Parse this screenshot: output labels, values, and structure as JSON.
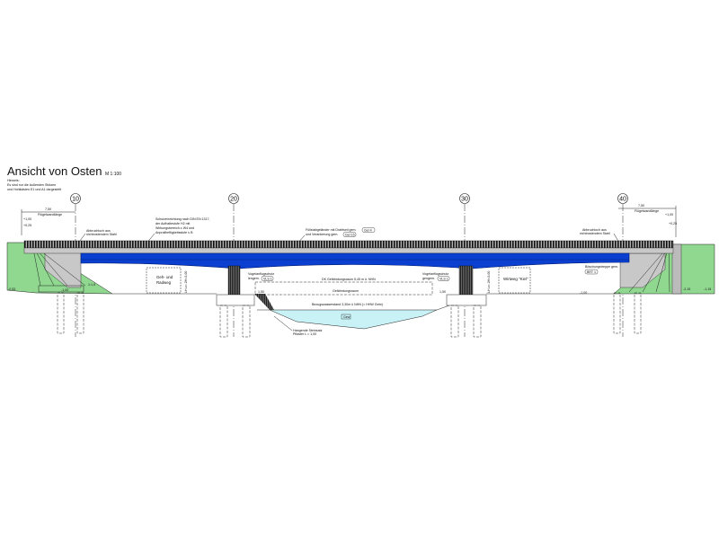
{
  "title": "Ansicht von Osten",
  "scale": "M 1:100",
  "note": {
    "heading": "Hinweis:",
    "lines": [
      "Es sind nur die äußersten Stützen",
      "und Hohlkästen E1 und A1 dargestellt"
    ]
  },
  "axes": [
    "10",
    "20",
    "30",
    "40"
  ],
  "annotations": {
    "wing_left_dim": "7,50",
    "wing_left": "Flügelwandlänge",
    "wing_right_dim": "7,50",
    "wing_right": "Flügelwandlänge",
    "level_left": "+1,00",
    "level_left2": "+0,25",
    "level_right": "+1,00",
    "level_right2": "+0,25",
    "drain_left": [
      "Abbruchloch aus",
      "nichtrostendem Stahl"
    ],
    "drain_right": [
      "Abbruchloch aus",
      "nichtrostendem Stahl"
    ],
    "protection": [
      "Schutzeinrichtung nach DIN EN 1317,",
      "der Aufhaltestufe H2 mit",
      "Wirkungsbereich ≤ W4 und",
      "Anprallheftigkeitsstufe ≤ B"
    ],
    "railing": [
      "Füllstabgeländer mit Drahtseil gem.",
      "und Verankerung gem."
    ],
    "railing_tag1": "Gel 4",
    "railing_tag2": "Gel 15",
    "impact_left": [
      "Vogelanflugschutz",
      "lengem."
    ],
    "impact_left_tag": "VLS 1",
    "impact_right": [
      "Vogelanflugschutz",
      "gengem."
    ],
    "impact_right_tag": "VLS 1",
    "clearance": "DK Gefährdungsraum 5,45 m ü. NHN",
    "clear_space": "Gefährdungsraum",
    "water_level": "Bezugswasserstand 3,30m ü NHN (= HHW Gebr)",
    "water_tag": "Gew",
    "dim_left": "1,50",
    "dim_right": "1,50",
    "path_left": [
      "Geh- und",
      "Radweg"
    ],
    "path_right": "Wirtweg \"Kiel\"",
    "height_left": "LH ≥= 2H=3,00",
    "height_right": "LH ≥= 2H=3,00",
    "stair_right": [
      "Böschungstreppe gem.",
      "BRT 1"
    ],
    "scour": [
      "Hangende Steinsatz",
      "Pflaster L = 1,00"
    ],
    "elev_left1": "-0,53",
    "elev_left2": "-1,00",
    "elev_right1": "-1,00",
    "elev_right2": "-2,15",
    "elev_right3": "-1,15",
    "slope": "1:1,5"
  },
  "colors": {
    "deck": "#0a3fd0",
    "embankment": "#90d890",
    "water": "#c8f2f6",
    "concrete": "#c8c8c8"
  }
}
